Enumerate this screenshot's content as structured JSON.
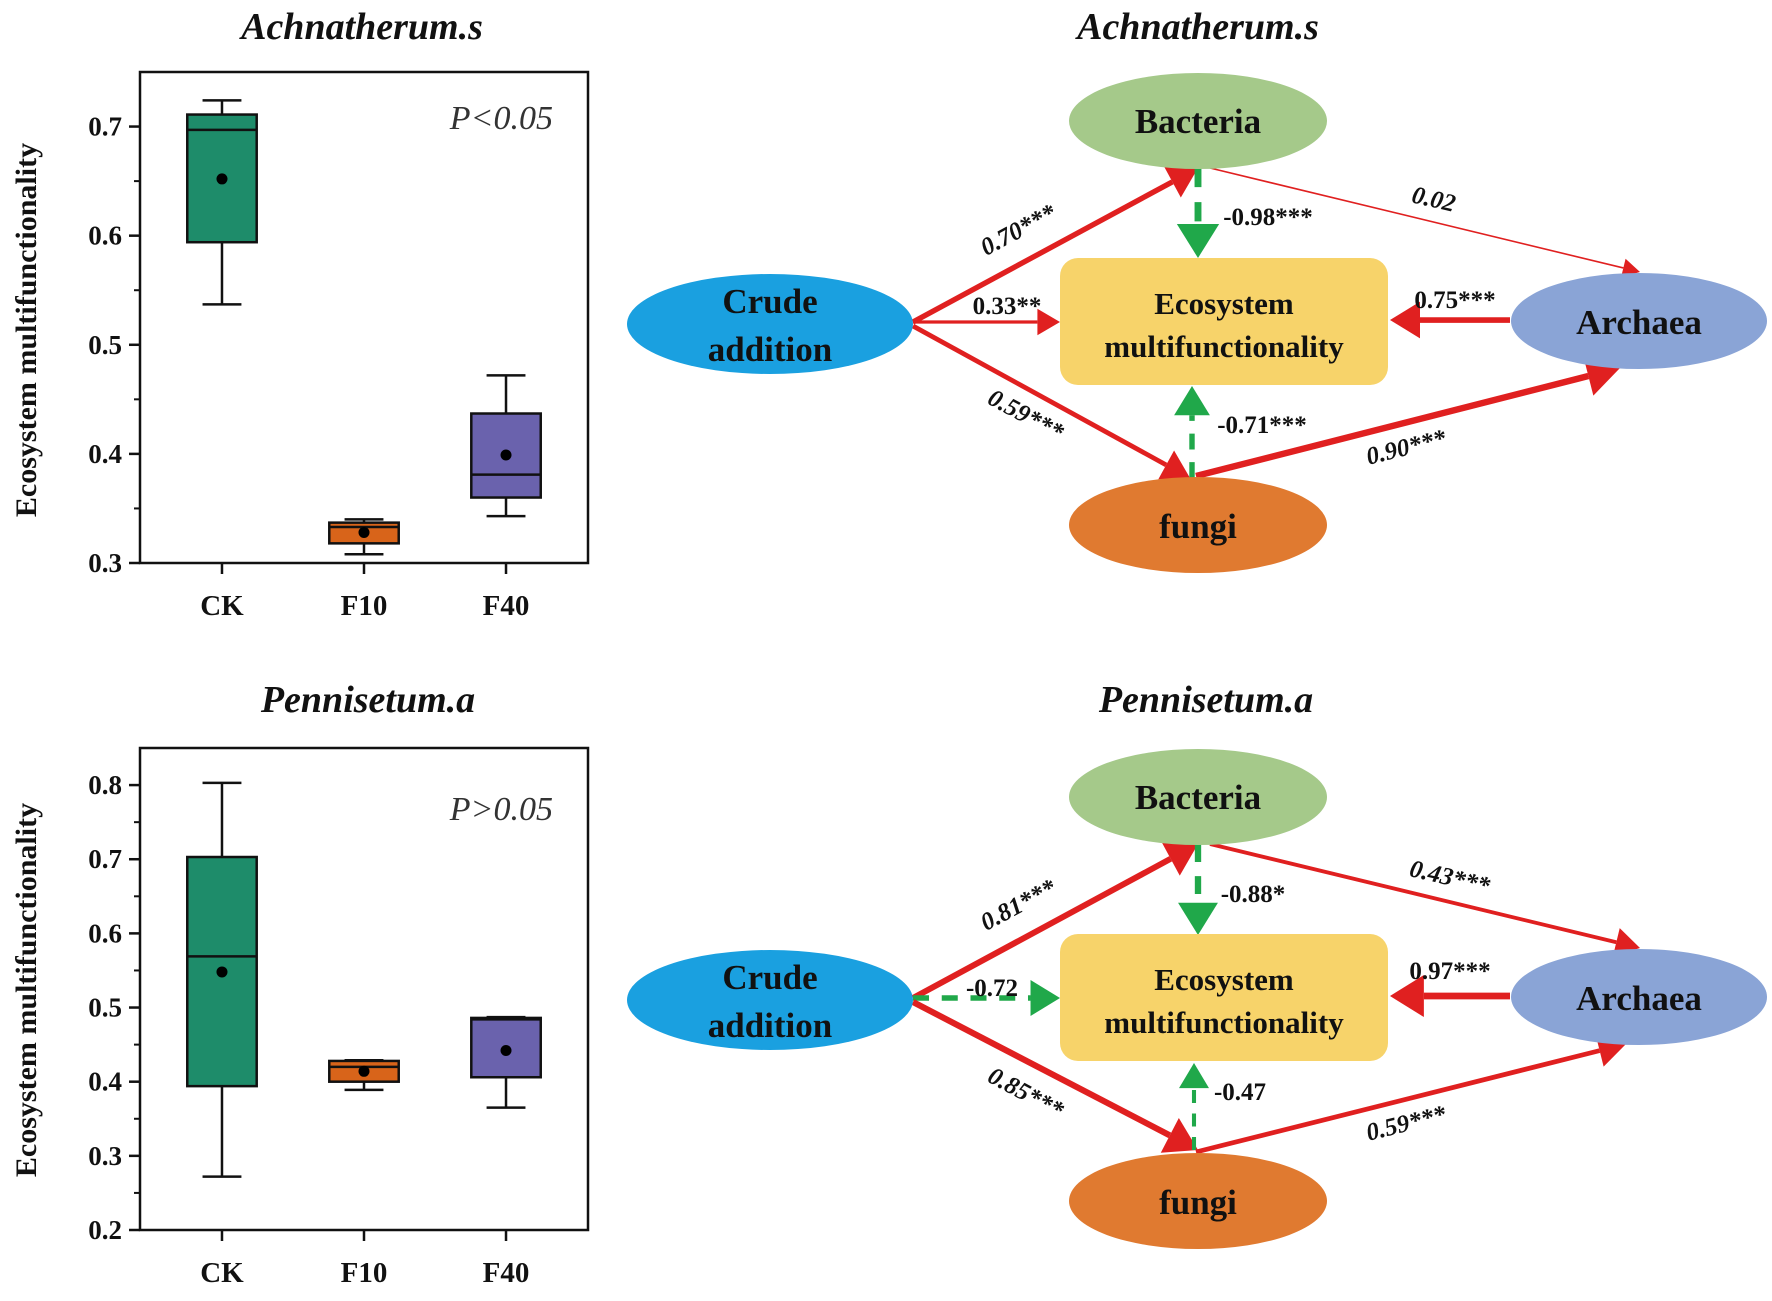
{
  "colors": {
    "ck": "#1e8c6a",
    "f10": "#d8641a",
    "f40": "#6a62ad",
    "positive": "#e02020",
    "negative": "#20a84a",
    "bacteria": "#a5c98a",
    "archaea": "#8aa4d6",
    "fungi": "#e07a30",
    "crude": "#1aa0e0",
    "ecosystem": "#f7d36a"
  },
  "chart_data": [
    {
      "type": "box",
      "title": "Achnatherum.s",
      "ylabel": "Ecosystem multifunctionality",
      "annotation": "P<0.05",
      "ylim": [
        0.3,
        0.75
      ],
      "yticks": [
        "0.3",
        "0.4",
        "0.5",
        "0.6",
        "0.7"
      ],
      "categories": [
        "CK",
        "F10",
        "F40"
      ],
      "boxes": [
        {
          "min": 0.537,
          "q1": 0.594,
          "median": 0.697,
          "q3": 0.711,
          "max": 0.724,
          "mean": 0.652
        },
        {
          "min": 0.308,
          "q1": 0.318,
          "median": 0.333,
          "q3": 0.337,
          "max": 0.34,
          "mean": 0.328
        },
        {
          "min": 0.343,
          "q1": 0.36,
          "median": 0.381,
          "q3": 0.437,
          "max": 0.472,
          "mean": 0.399
        }
      ]
    },
    {
      "type": "diagram",
      "title": "Achnatherum.s",
      "nodes": {
        "bacteria": "Bacteria",
        "crude_line1": "Crude",
        "crude_line2": "addition",
        "eco_line1": "Ecosystem",
        "eco_line2": "multifunctionality",
        "archaea": "Archaea",
        "fungi": "fungi"
      },
      "paths": [
        {
          "from": "crude",
          "to": "bacteria",
          "label": "0.70***",
          "sign": "positive",
          "weight": 0.7
        },
        {
          "from": "crude",
          "to": "ecosystem",
          "label": "0.33**",
          "sign": "positive",
          "weight": 0.33
        },
        {
          "from": "crude",
          "to": "fungi",
          "label": "0.59***",
          "sign": "positive",
          "weight": 0.59
        },
        {
          "from": "bacteria",
          "to": "ecosystem",
          "label": "-0.98***",
          "sign": "negative",
          "weight": 0.98
        },
        {
          "from": "bacteria",
          "to": "archaea",
          "label": "0.02",
          "sign": "positive",
          "weight": 0.02
        },
        {
          "from": "archaea",
          "to": "ecosystem",
          "label": "0.75***",
          "sign": "positive",
          "weight": 0.75
        },
        {
          "from": "fungi",
          "to": "ecosystem",
          "label": "-0.71***",
          "sign": "negative",
          "weight": 0.71
        },
        {
          "from": "fungi",
          "to": "archaea",
          "label": "0.90***",
          "sign": "positive",
          "weight": 0.9
        }
      ]
    },
    {
      "type": "box",
      "title": "Pennisetum.a",
      "ylabel": "Ecosystem multifunctionality",
      "annotation": "P>0.05",
      "ylim": [
        0.2,
        0.85
      ],
      "yticks": [
        "0.2",
        "0.3",
        "0.4",
        "0.5",
        "0.6",
        "0.7",
        "0.8"
      ],
      "categories": [
        "CK",
        "F10",
        "F40"
      ],
      "boxes": [
        {
          "min": 0.272,
          "q1": 0.394,
          "median": 0.569,
          "q3": 0.703,
          "max": 0.803,
          "mean": 0.548
        },
        {
          "min": 0.389,
          "q1": 0.4,
          "median": 0.42,
          "q3": 0.428,
          "max": 0.429,
          "mean": 0.414
        },
        {
          "min": 0.365,
          "q1": 0.406,
          "median": 0.484,
          "q3": 0.486,
          "max": 0.487,
          "mean": 0.442
        }
      ]
    },
    {
      "type": "diagram",
      "title": "Pennisetum.a",
      "nodes": {
        "bacteria": "Bacteria",
        "crude_line1": "Crude",
        "crude_line2": "addition",
        "eco_line1": "Ecosystem",
        "eco_line2": "multifunctionality",
        "archaea": "Archaea",
        "fungi": "fungi"
      },
      "paths": [
        {
          "from": "crude",
          "to": "bacteria",
          "label": "0.81***",
          "sign": "positive",
          "weight": 0.81
        },
        {
          "from": "crude",
          "to": "ecosystem",
          "label": "-0.72",
          "sign": "negative",
          "weight": 0.72
        },
        {
          "from": "crude",
          "to": "fungi",
          "label": "0.85***",
          "sign": "positive",
          "weight": 0.85
        },
        {
          "from": "bacteria",
          "to": "ecosystem",
          "label": "-0.88*",
          "sign": "negative",
          "weight": 0.88
        },
        {
          "from": "bacteria",
          "to": "archaea",
          "label": "0.43***",
          "sign": "positive",
          "weight": 0.43
        },
        {
          "from": "archaea",
          "to": "ecosystem",
          "label": "0.97***",
          "sign": "positive",
          "weight": 0.97
        },
        {
          "from": "fungi",
          "to": "ecosystem",
          "label": "-0.47",
          "sign": "negative",
          "weight": 0.47
        },
        {
          "from": "fungi",
          "to": "archaea",
          "label": "0.59***",
          "sign": "positive",
          "weight": 0.59
        }
      ]
    }
  ]
}
